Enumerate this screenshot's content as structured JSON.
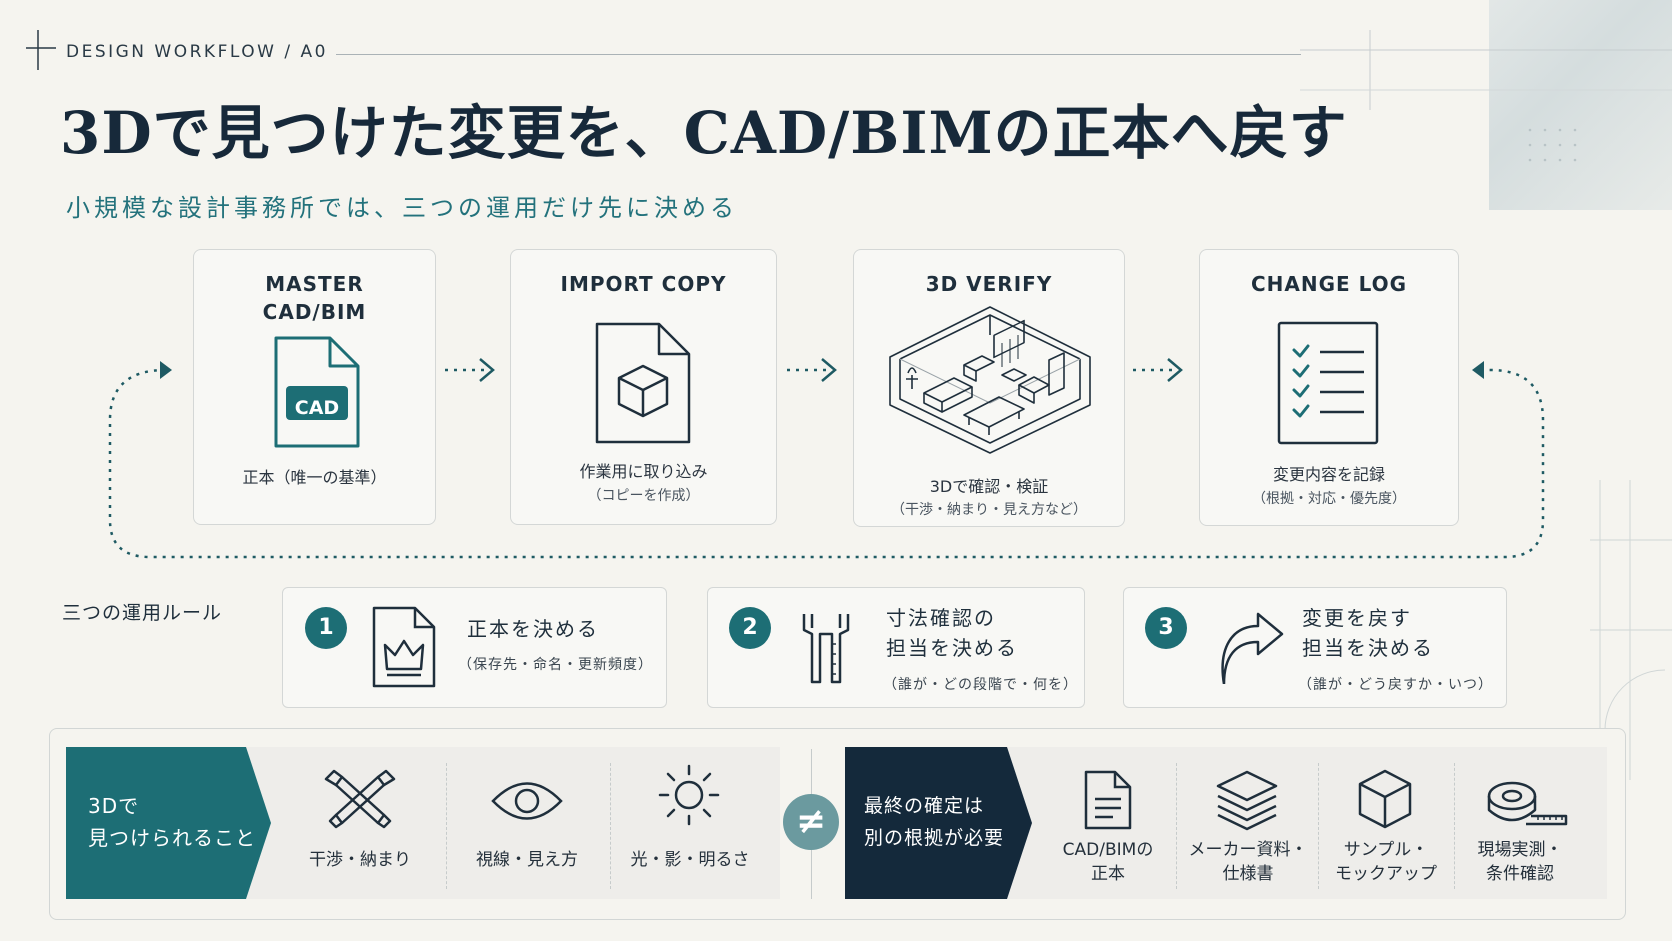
{
  "header": {
    "eyebrow": "DESIGN WORKFLOW / A0",
    "title": "3Dで見つけた変更を、CAD/BIMの正本へ戻す",
    "subtitle": "小規模な設計事務所では、三つの運用だけ先に決める"
  },
  "workflow": [
    {
      "head": "MASTER\nCAD/BIM",
      "icon": "cad-file-icon",
      "icon_text": "CAD",
      "caption": "正本（唯一の基準）"
    },
    {
      "head": "IMPORT COPY",
      "icon": "cube-file-icon",
      "caption": "作業用に取り込み",
      "sub": "（コピーを作成）"
    },
    {
      "head": "3D VERIFY",
      "icon": "isometric-room-icon",
      "caption": "3Dで確認・検証",
      "sub": "（干渉・納まり・見え方など）"
    },
    {
      "head": "CHANGE LOG",
      "icon": "checklist-icon",
      "caption": "変更内容を記録",
      "sub": "（根拠・対応・優先度）"
    }
  ],
  "rules": {
    "label": "三つの運用ルール",
    "items": [
      {
        "num": "1",
        "icon": "crown-document-icon",
        "title": "正本を決める",
        "sub": "（保存先・命名・更新頻度）"
      },
      {
        "num": "2",
        "icon": "caliper-icon",
        "title_1": "寸法確認の",
        "title_2": "担当を決める",
        "sub": "（誰が・どの段階で・何を）"
      },
      {
        "num": "3",
        "icon": "return-arrow-icon",
        "title_1": "変更を戻す",
        "title_2": "担当を決める",
        "sub": "（誰が・どう戻すか・いつ）"
      }
    ]
  },
  "comparison": {
    "left_label_1": "3Dで",
    "left_label_2": "見つけられること",
    "left_items": [
      {
        "icon": "crossed-pipes-icon",
        "label": "干渉・納まり"
      },
      {
        "icon": "eye-icon",
        "label": "視線・見え方"
      },
      {
        "icon": "sun-icon",
        "label": "光・影・明るさ"
      }
    ],
    "operator": "≠",
    "right_label_1": "最終の確定は",
    "right_label_2": "別の根拠が必要",
    "right_items": [
      {
        "icon": "document-icon",
        "label_1": "CAD/BIMの",
        "label_2": "正本"
      },
      {
        "icon": "layers-icon",
        "label_1": "メーカー資料・",
        "label_2": "仕様書"
      },
      {
        "icon": "cube-icon",
        "label_1": "サンプル・",
        "label_2": "モックアップ"
      },
      {
        "icon": "tape-measure-icon",
        "label_1": "現場実測・",
        "label_2": "条件確認"
      }
    ]
  },
  "colors": {
    "teal": "#1d6e75",
    "navy": "#14293b",
    "accent_text": "#23727c",
    "background": "#f5f4ef"
  }
}
